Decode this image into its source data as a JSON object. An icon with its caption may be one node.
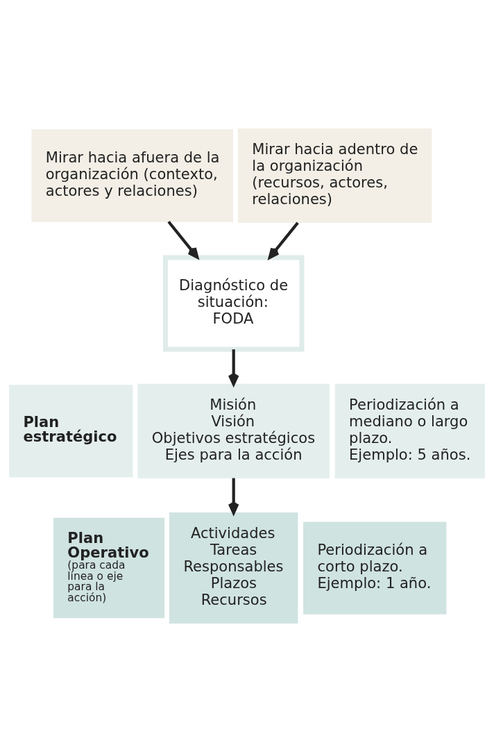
{
  "diagram": {
    "nodes": [
      {
        "text": [
          "Mirar hacia afuera de la organización (contexto, actores y relaciones)"
        ]
      },
      {
        "text": [
          "Mirar hacia adentro de la organización (recursos, actores, relaciones)"
        ]
      },
      {
        "text": [
          "Diagnóstico de situación: FODA"
        ]
      },
      {
        "text": [
          "Plan estratégico"
        ]
      },
      {
        "text": [
          "Misión",
          "Visión",
          "Objetivos estratégicos",
          "Ejes para la acción"
        ]
      },
      {
        "text": [
          "Periodización a mediano o largo plazo.",
          "Ejemplo: 5 años."
        ]
      },
      {
        "text": [
          "Plan Operativo",
          "(para cada línea o eje para la acción)"
        ]
      },
      {
        "text": [
          "Actividades",
          "Tareas",
          "Responsables",
          "Plazos",
          "Recursos"
        ]
      },
      {
        "text": [
          "Periodización a corto plazo.",
          "Ejemplo: 1 año."
        ]
      }
    ],
    "edges": [
      {
        "from": 0,
        "to": 2,
        "arrow": "to"
      },
      {
        "from": 1,
        "to": 2,
        "arrow": "to"
      },
      {
        "from": 2,
        "to": 4,
        "arrow": "to"
      },
      {
        "from": 4,
        "to": 7,
        "arrow": "to"
      }
    ]
  }
}
